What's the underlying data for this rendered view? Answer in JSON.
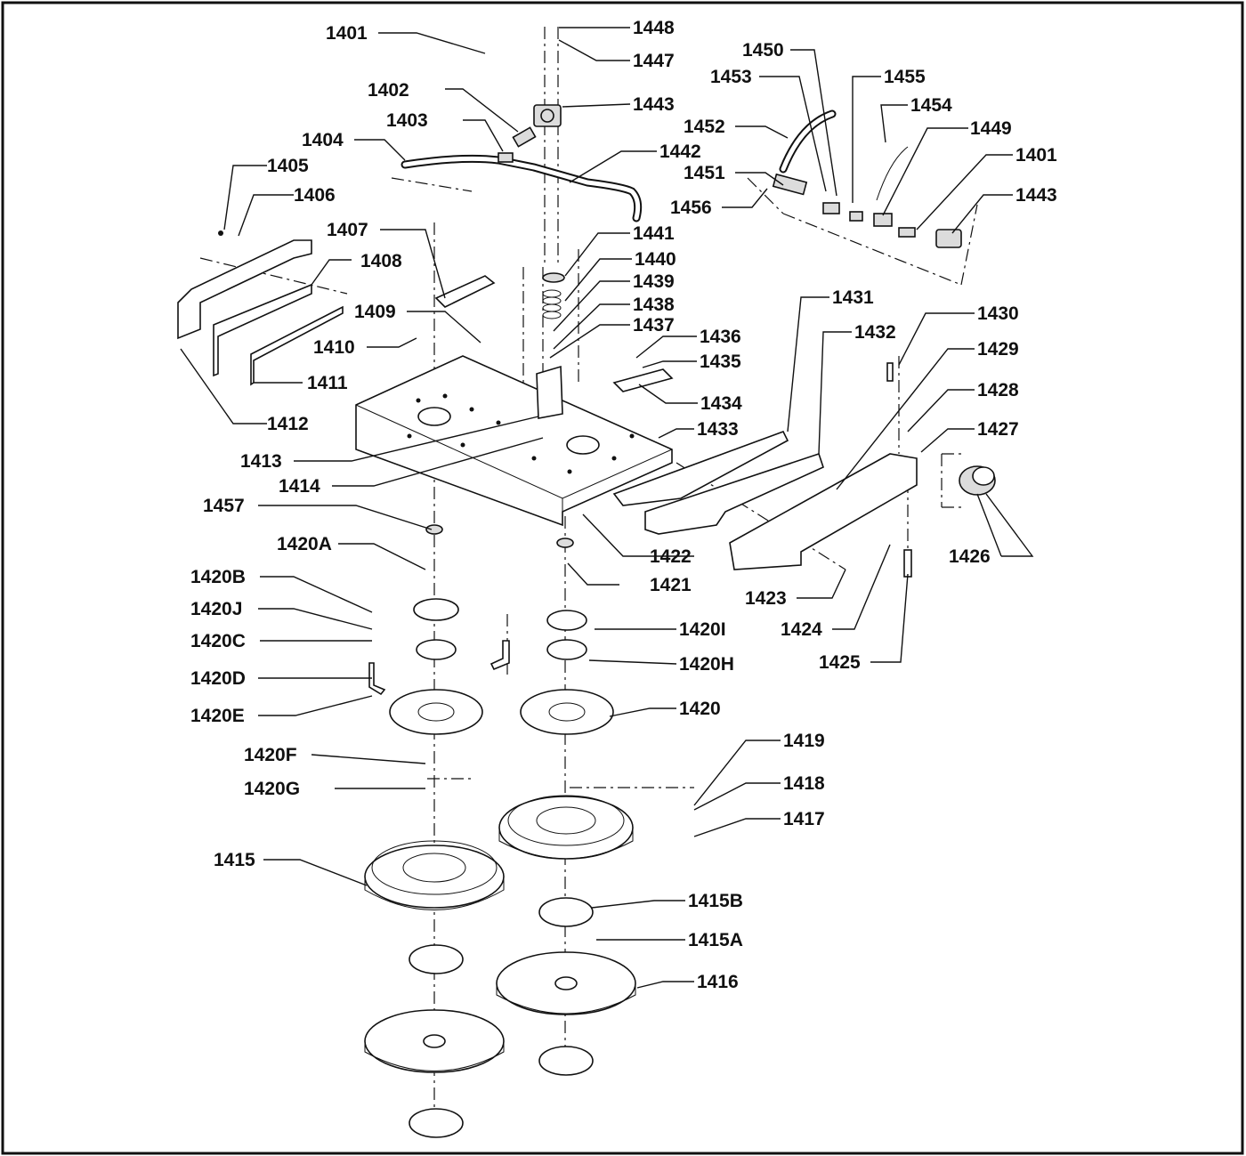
{
  "callouts": [
    {
      "id": "c1401a",
      "text": "1401"
    },
    {
      "id": "c1402",
      "text": "1402"
    },
    {
      "id": "c1403",
      "text": "1403"
    },
    {
      "id": "c1404",
      "text": "1404"
    },
    {
      "id": "c1405",
      "text": "1405"
    },
    {
      "id": "c1406",
      "text": "1406"
    },
    {
      "id": "c1407",
      "text": "1407"
    },
    {
      "id": "c1408",
      "text": "1408"
    },
    {
      "id": "c1409",
      "text": "1409"
    },
    {
      "id": "c1410",
      "text": "1410"
    },
    {
      "id": "c1411",
      "text": "1411"
    },
    {
      "id": "c1412",
      "text": "1412"
    },
    {
      "id": "c1413",
      "text": "1413"
    },
    {
      "id": "c1414",
      "text": "1414"
    },
    {
      "id": "c1457",
      "text": "1457"
    },
    {
      "id": "c1420A",
      "text": "1420A"
    },
    {
      "id": "c1420B",
      "text": "1420B"
    },
    {
      "id": "c1420J",
      "text": "1420J"
    },
    {
      "id": "c1420C",
      "text": "1420C"
    },
    {
      "id": "c1420D",
      "text": "1420D"
    },
    {
      "id": "c1420E",
      "text": "1420E"
    },
    {
      "id": "c1420F",
      "text": "1420F"
    },
    {
      "id": "c1420G",
      "text": "1420G"
    },
    {
      "id": "c1415",
      "text": "1415"
    },
    {
      "id": "c1448",
      "text": "1448"
    },
    {
      "id": "c1447",
      "text": "1447"
    },
    {
      "id": "c1443a",
      "text": "1443"
    },
    {
      "id": "c1442",
      "text": "1442"
    },
    {
      "id": "c1441",
      "text": "1441"
    },
    {
      "id": "c1440",
      "text": "1440"
    },
    {
      "id": "c1439",
      "text": "1439"
    },
    {
      "id": "c1438",
      "text": "1438"
    },
    {
      "id": "c1437",
      "text": "1437"
    },
    {
      "id": "c1436",
      "text": "1436"
    },
    {
      "id": "c1435",
      "text": "1435"
    },
    {
      "id": "c1434",
      "text": "1434"
    },
    {
      "id": "c1433",
      "text": "1433"
    },
    {
      "id": "c1422",
      "text": "1422"
    },
    {
      "id": "c1421",
      "text": "1421"
    },
    {
      "id": "c1420I",
      "text": "1420I"
    },
    {
      "id": "c1420H",
      "text": "1420H"
    },
    {
      "id": "c1420",
      "text": "1420"
    },
    {
      "id": "c1419",
      "text": "1419"
    },
    {
      "id": "c1418",
      "text": "1418"
    },
    {
      "id": "c1417",
      "text": "1417"
    },
    {
      "id": "c1415B",
      "text": "1415B"
    },
    {
      "id": "c1415A",
      "text": "1415A"
    },
    {
      "id": "c1416",
      "text": "1416"
    },
    {
      "id": "c1450",
      "text": "1450"
    },
    {
      "id": "c1453",
      "text": "1453"
    },
    {
      "id": "c1455",
      "text": "1455"
    },
    {
      "id": "c1454",
      "text": "1454"
    },
    {
      "id": "c1452",
      "text": "1452"
    },
    {
      "id": "c1449",
      "text": "1449"
    },
    {
      "id": "c1451",
      "text": "1451"
    },
    {
      "id": "c1401b",
      "text": "1401"
    },
    {
      "id": "c1456",
      "text": "1456"
    },
    {
      "id": "c1443b",
      "text": "1443"
    },
    {
      "id": "c1431",
      "text": "1431"
    },
    {
      "id": "c1432",
      "text": "1432"
    },
    {
      "id": "c1430",
      "text": "1430"
    },
    {
      "id": "c1429",
      "text": "1429"
    },
    {
      "id": "c1428",
      "text": "1428"
    },
    {
      "id": "c1427",
      "text": "1427"
    },
    {
      "id": "c1426",
      "text": "1426"
    },
    {
      "id": "c1423",
      "text": "1423"
    },
    {
      "id": "c1424",
      "text": "1424"
    },
    {
      "id": "c1425",
      "text": "1425"
    }
  ]
}
